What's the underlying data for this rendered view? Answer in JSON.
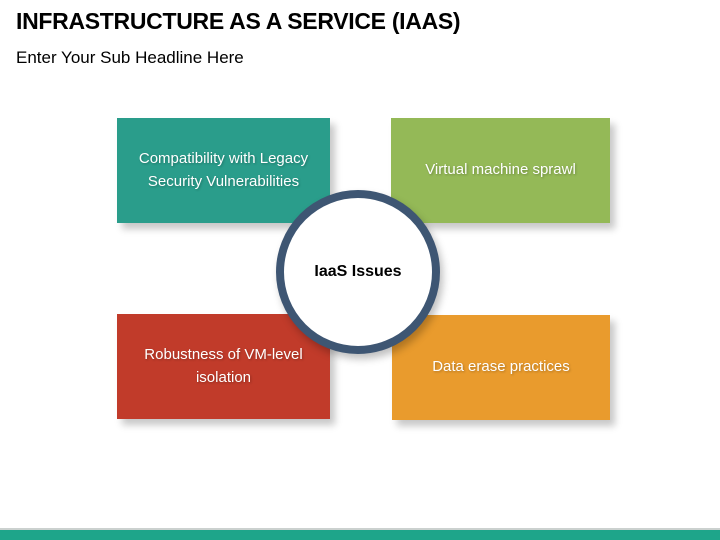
{
  "slide": {
    "title": "INFRASTRUCTURE AS A SERVICE (IAAS)",
    "subtitle": "Enter Your Sub Headline Here"
  },
  "diagram": {
    "center": {
      "label": "IaaS Issues",
      "border_color": "#3e5673",
      "fill_color": "#ffffff"
    },
    "boxes": [
      {
        "position": "top-left",
        "label": "Compatibility with Legacy Security Vulnerabilities",
        "color": "#2a9d8b"
      },
      {
        "position": "top-right",
        "label": "Virtual machine sprawl",
        "color": "#94b957"
      },
      {
        "position": "bottom-left",
        "label": "Robustness of VM-level isolation",
        "color": "#c13b2a"
      },
      {
        "position": "bottom-right",
        "label": "Data erase practices",
        "color": "#e99b2d"
      }
    ]
  },
  "footer": {
    "bar_color": "#1ea58a",
    "line_color": "#cbd1cf"
  }
}
